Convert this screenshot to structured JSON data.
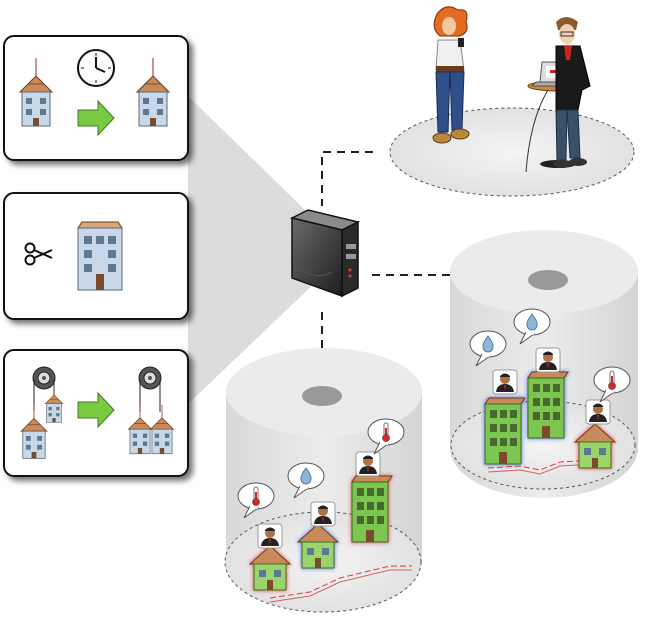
{
  "diagram": {
    "central_node": {
      "icon": "server-icon"
    },
    "operations": [
      {
        "name": "scheduled-upgrade",
        "icons": [
          "building-icon",
          "clock-icon",
          "arrow-right-icon",
          "building-icon"
        ]
      },
      {
        "name": "split",
        "icons": [
          "scissors-icon",
          "building-icon"
        ]
      },
      {
        "name": "scale-out",
        "icons": [
          "pulley-icon",
          "building-icon",
          "arrow-right-icon",
          "pulley-icon",
          "building-icon"
        ]
      }
    ],
    "clusters": [
      {
        "name": "users",
        "icons": [
          "woman-with-phone-icon",
          "man-with-laptop-icon",
          "standing-desk-icon"
        ]
      },
      {
        "name": "city-bottom",
        "icons": [
          "house-icon",
          "apartment-icon",
          "thermometer-icon",
          "water-drop-icon",
          "person-icon"
        ]
      },
      {
        "name": "city-right",
        "icons": [
          "house-icon",
          "apartment-icon",
          "thermometer-icon",
          "water-drop-icon",
          "person-icon"
        ]
      }
    ],
    "colors": {
      "background": "#ffffff",
      "cylinder": "#e6e6e6",
      "funnel": "#dcdcdc",
      "arrow": "#7ac943",
      "highlight_red": "#e33b3b",
      "highlight_blue": "#3b6be3",
      "building_wall": "#c9d8e8",
      "apartment_green": "#6ebe4a",
      "roof": "#c98a5a",
      "server": "#3a3a3a"
    }
  }
}
